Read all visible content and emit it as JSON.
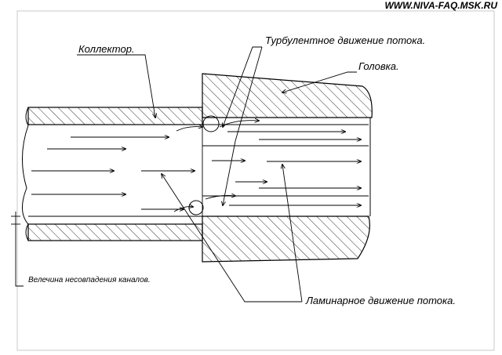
{
  "header": {
    "site": "WWW.NIVA-FAQ.MSK.RU"
  },
  "labels": {
    "collector": "Коллектор.",
    "turbulent": "Турбулентное движение потока.",
    "head": "Головка.",
    "laminar": "Ламинарное движение потока.",
    "mismatch": "Велечина несовпадения каналов."
  }
}
